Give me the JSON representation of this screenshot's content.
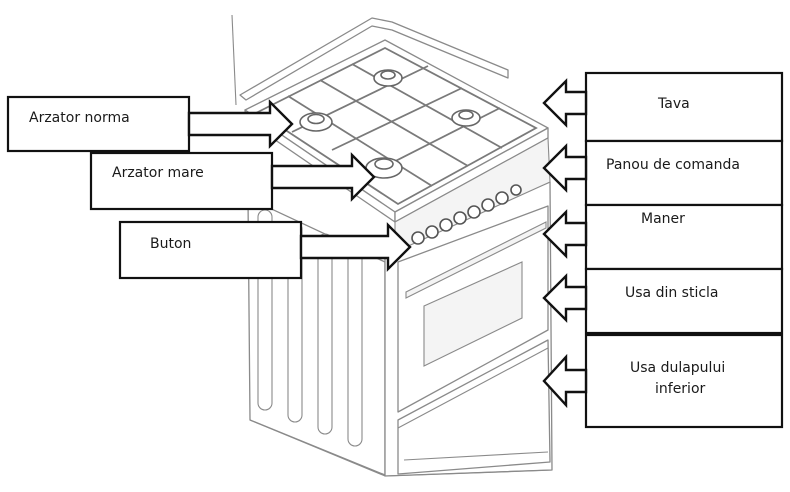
{
  "labels": {
    "left": {
      "burner_normal": "Arzator norma",
      "burner_large": "Arzator mare",
      "button": "Buton"
    },
    "right": {
      "tray": "Tava",
      "control_panel": "Panou de comanda",
      "handle": "Maner",
      "glass_door": "Usa din sticla",
      "lower_cabinet_door_line1": "Usa dulapului",
      "lower_cabinet_door_line2": "inferior"
    }
  },
  "colors": {
    "outline": "#111111",
    "drawing": "#8a8a8a",
    "background": "#ffffff"
  }
}
